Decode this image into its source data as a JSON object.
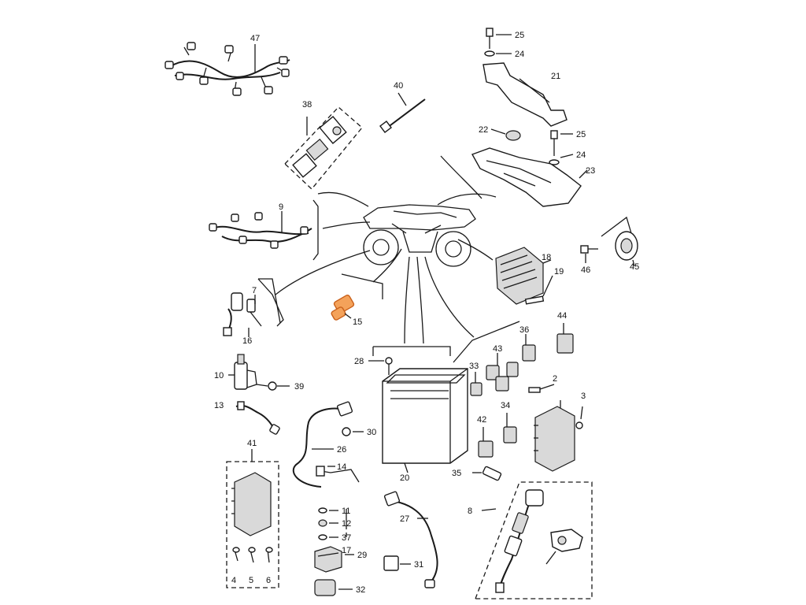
{
  "diagram": {
    "accent_color": "#f4a25a",
    "highlighted_part": "15",
    "labels": {
      "p2": "2",
      "p3": "3",
      "p4": "4",
      "p5": "5",
      "p6": "6",
      "p7": "7",
      "p8": "8",
      "p9": "9",
      "p10": "10",
      "p11": "11",
      "p12": "12",
      "p13": "13",
      "p14": "14",
      "p15": "15",
      "p16": "16",
      "p17": "17",
      "p18": "18",
      "p19": "19",
      "p20": "20",
      "p21": "21",
      "p22": "22",
      "p23": "23",
      "p24a": "24",
      "p24b": "24",
      "p25a": "25",
      "p25b": "25",
      "p26": "26",
      "p27": "27",
      "p28": "28",
      "p29": "29",
      "p30": "30",
      "p31": "31",
      "p32": "32",
      "p33": "33",
      "p34": "34",
      "p35": "35",
      "p36": "36",
      "p37": "37",
      "p38": "38",
      "p39": "39",
      "p40": "40",
      "p41": "41",
      "p42": "42",
      "p43": "43",
      "p44": "44",
      "p45": "45",
      "p46": "46",
      "p47": "47"
    }
  }
}
